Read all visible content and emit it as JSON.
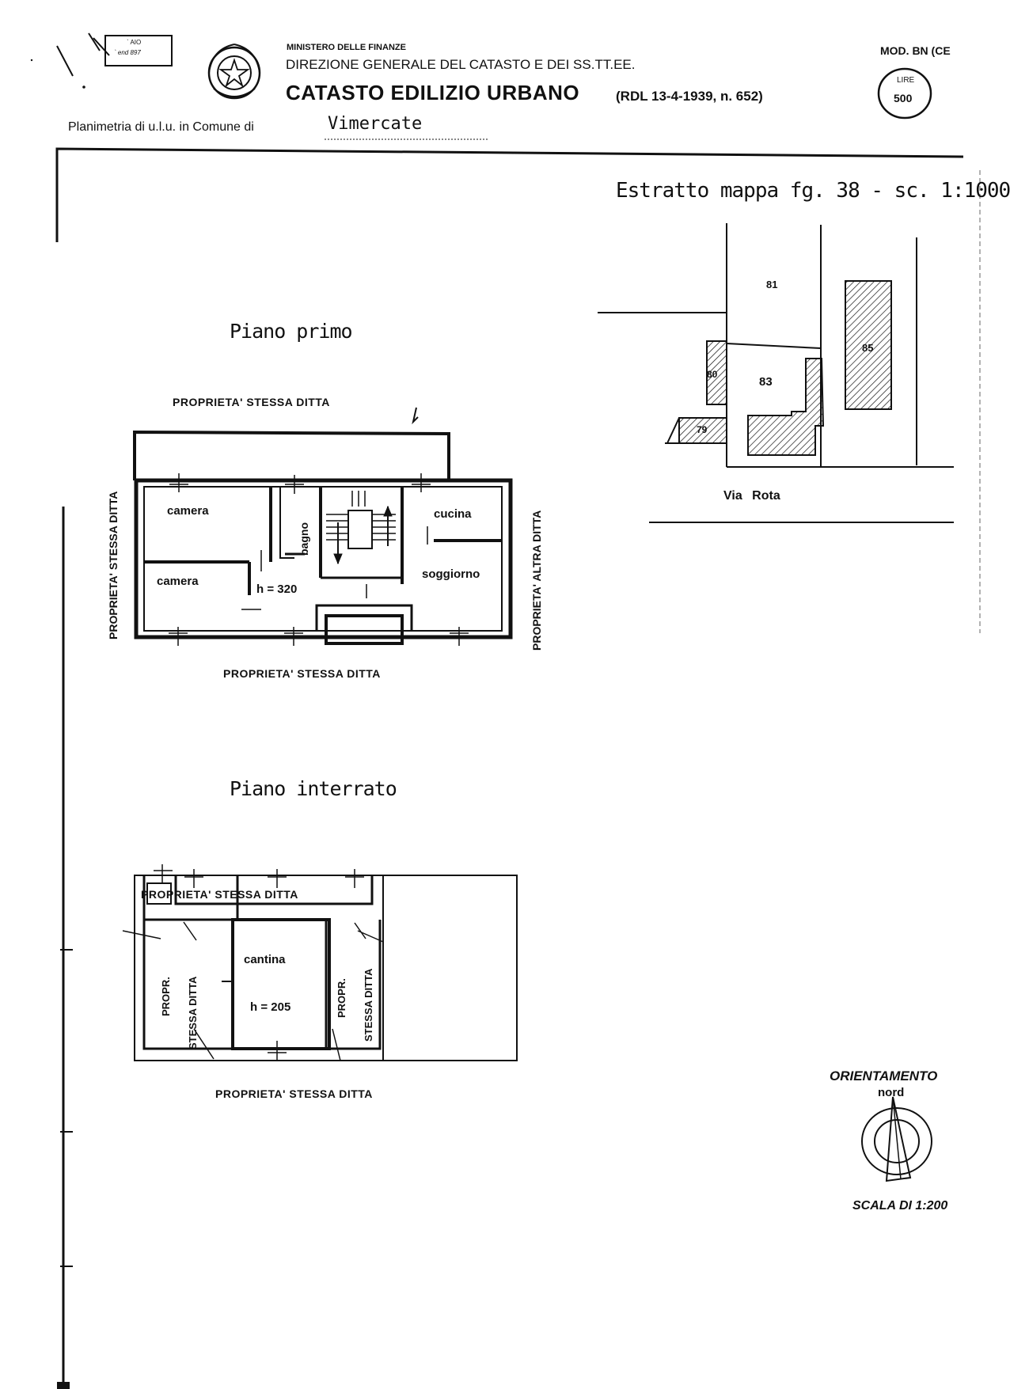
{
  "header": {
    "ministry": "MINISTERO DELLE FINANZE",
    "direction": "DIREZIONE GENERALE DEL CATASTO E DEI SS.TT.EE.",
    "title": "CATASTO EDILIZIO URBANO",
    "law_ref": "(RDL 13-4-1939, n. 652)",
    "model": "MOD. BN (CE",
    "stamp_currency": "LIRE",
    "stamp_value": "500",
    "corner_stamp_line1": "ˋ AIO",
    "corner_stamp_line2": "ˋ end 897",
    "planimetry_label": "Planimetria di u.l.u. in Comune di",
    "comune": "Vimercate"
  },
  "map_extract": {
    "title": "Estratto mappa fg. 38 - sc. 1:1000",
    "parcels": [
      "81",
      "80",
      "83",
      "85",
      "79"
    ],
    "street": "Via Rota"
  },
  "floor_first": {
    "title": "Piano primo",
    "north_label": "PROPRIETA' STESSA DITTA",
    "south_label": "PROPRIETA' STESSA DITTA",
    "west_label": "PROPRIETA' STESSA DITTA",
    "east_label": "PROPRIETA' ALTRA DITTA",
    "rooms": [
      "camera",
      "camera",
      "bagno",
      "cucina",
      "soggiorno"
    ],
    "height": "h = 320"
  },
  "floor_basement": {
    "title": "Piano interrato",
    "north_label": "PROPRIETA' STESSA DITTA",
    "south_label": "PROPRIETA' STESSA DITTA",
    "left_label_1": "PROPR.",
    "left_label_2": "STESSA DITTA",
    "right_label_1": "PROPR.",
    "right_label_2": "STESSA DITTA",
    "room": "cantina",
    "height": "h = 205"
  },
  "orientation": {
    "title": "ORIENTAMENTO",
    "north": "nord",
    "scale": "SCALA DI 1:200"
  }
}
